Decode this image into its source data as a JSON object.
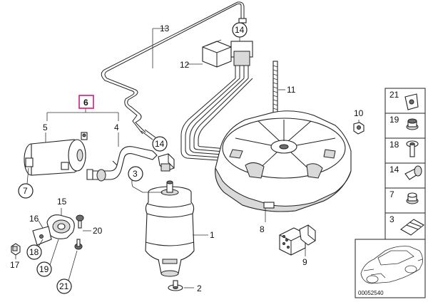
{
  "callouts": {
    "c1": "1",
    "c2": "2",
    "c3": "3",
    "c4": "4",
    "c5": "5",
    "c6": "6",
    "c7": "7",
    "c8": "8",
    "c9": "9",
    "c10": "10",
    "c11": "11",
    "c12": "12",
    "c13": "13",
    "c14a": "14",
    "c14b": "14",
    "c15": "15",
    "c16": "16",
    "c17": "17",
    "c18": "18",
    "c19": "19",
    "c20": "20",
    "c21": "21"
  },
  "side_panel": {
    "items": [
      "21",
      "19",
      "18",
      "14",
      "7",
      "3"
    ]
  },
  "reference_code": "00052540",
  "colors": {
    "highlight": "#e0147a",
    "line": "#222222"
  }
}
